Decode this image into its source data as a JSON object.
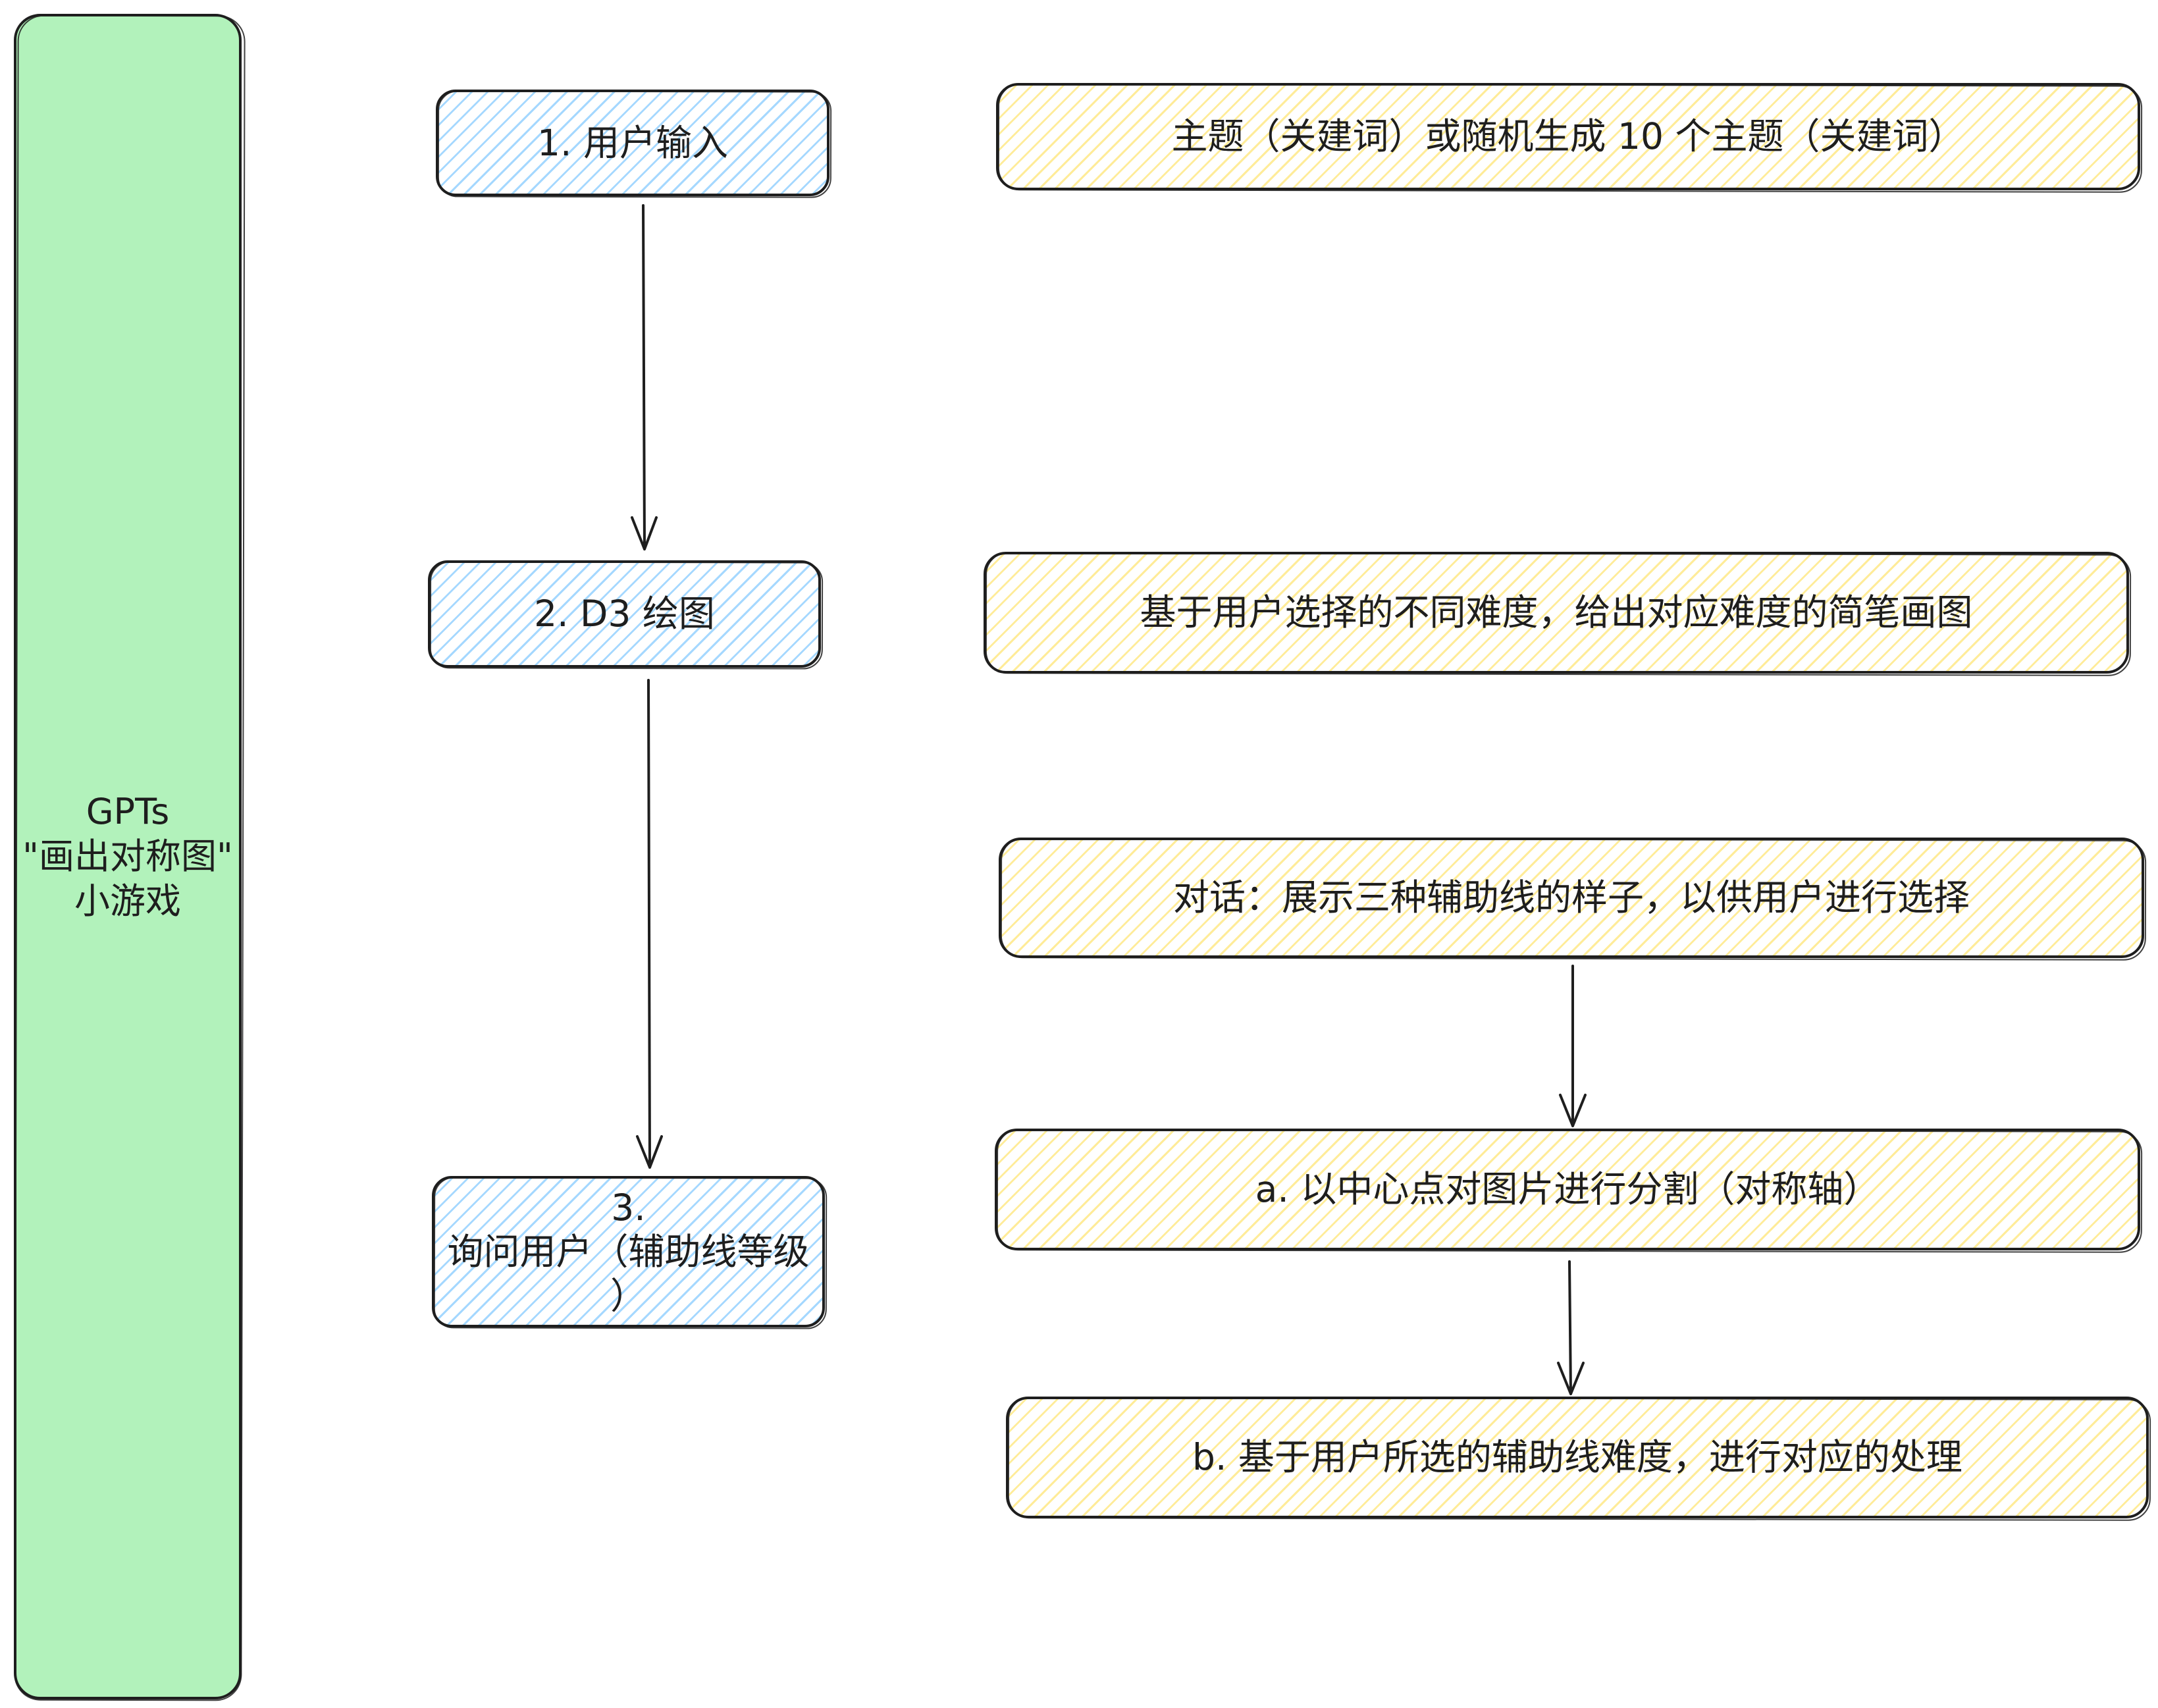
{
  "diagram": {
    "sidebar": {
      "lines": [
        "GPTs",
        "\"画出对称图\"",
        "小游戏"
      ]
    },
    "steps": {
      "user_input": "1. 用户输入",
      "d3_draw": "2. D3 绘图",
      "ask_user_lines": [
        "3.",
        "询问用户（辅助线等级",
        "）"
      ]
    },
    "notes": {
      "topic": "主题（关建词）或随机生成 10 个主题（关建词）",
      "drawing": "基于用户选择的不同难度，给出对应难度的简笔画图",
      "dialog": "对话：展示三种辅助线的样子，以供用户进行选择",
      "split": "a. 以中心点对图片进行分割（对称轴）",
      "process": "b. 基于用户所选的辅助线难度，进行对应的处理"
    }
  },
  "colors": {
    "stroke": "#1e1e1e",
    "background": "#ffffff",
    "sidebar_fill": "#b2f2bb",
    "step_hatch": "#a5d8ff",
    "note_hatch": "#ffec99"
  }
}
